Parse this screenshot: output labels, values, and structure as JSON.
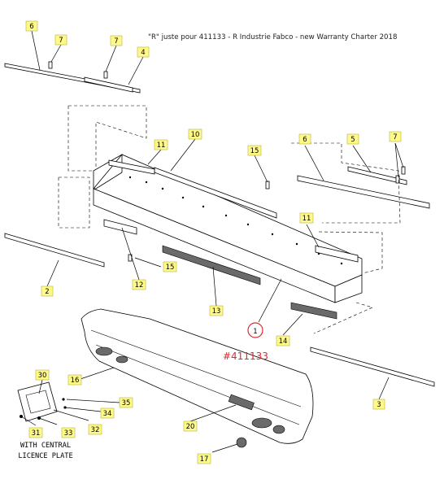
{
  "header_note": "\"R\" juste pour 411133 - R Industrie Fabco - new Warranty Charter 2018",
  "part_reference": "#411133",
  "caption_lines": [
    "WITH CENTRAL",
    "LICENCE PLATE"
  ],
  "callouts": [
    {
      "id": "c6a",
      "label": "6"
    },
    {
      "id": "c7a",
      "label": "7"
    },
    {
      "id": "c7b",
      "label": "7"
    },
    {
      "id": "c4",
      "label": "4"
    },
    {
      "id": "c10",
      "label": "10"
    },
    {
      "id": "c11a",
      "label": "11"
    },
    {
      "id": "c15a",
      "label": "15"
    },
    {
      "id": "c6b",
      "label": "6"
    },
    {
      "id": "c5",
      "label": "5"
    },
    {
      "id": "c7c",
      "label": "7"
    },
    {
      "id": "c11b",
      "label": "11"
    },
    {
      "id": "c2",
      "label": "2"
    },
    {
      "id": "c12",
      "label": "12"
    },
    {
      "id": "c15b",
      "label": "15"
    },
    {
      "id": "c13",
      "label": "13"
    },
    {
      "id": "c1",
      "label": "1"
    },
    {
      "id": "c14",
      "label": "14"
    },
    {
      "id": "c3",
      "label": "3"
    },
    {
      "id": "c30",
      "label": "30"
    },
    {
      "id": "c16",
      "label": "16"
    },
    {
      "id": "c35",
      "label": "35"
    },
    {
      "id": "c34",
      "label": "34"
    },
    {
      "id": "c20",
      "label": "20"
    },
    {
      "id": "c31",
      "label": "31"
    },
    {
      "id": "c33",
      "label": "33"
    },
    {
      "id": "c32",
      "label": "32"
    },
    {
      "id": "c17",
      "label": "17"
    }
  ],
  "colors": {
    "callout_fill": "#fff98a",
    "reference_red": "#e0282e",
    "line": "#000000"
  }
}
